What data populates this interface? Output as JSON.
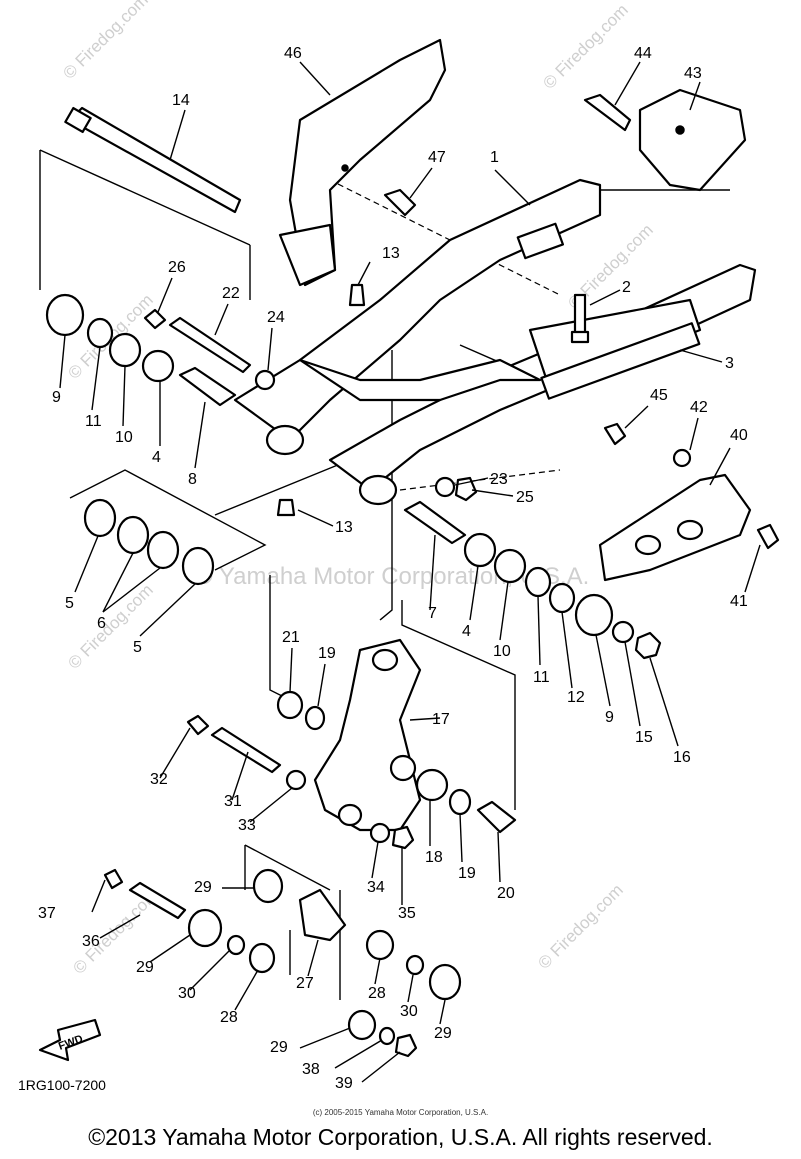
{
  "watermarks": {
    "site": "© Firedog.com",
    "owner": "© Yamaha Motor Corporation, U.S.A."
  },
  "diagram_code": "1RG100-7200",
  "fwd_label": "FWD",
  "callouts": {
    "p1": "1",
    "p2": "2",
    "p3": "3",
    "p4a": "4",
    "p4b": "4",
    "p5a": "5",
    "p5b": "5",
    "p6": "6",
    "p7": "7",
    "p8": "8",
    "p9a": "9",
    "p9b": "9",
    "p10a": "10",
    "p10b": "10",
    "p11a": "11",
    "p11b": "11",
    "p12": "12",
    "p13a": "13",
    "p13b": "13",
    "p14": "14",
    "p15": "15",
    "p16": "16",
    "p17": "17",
    "p18": "18",
    "p19a": "19",
    "p19b": "19",
    "p20": "20",
    "p21": "21",
    "p22": "22",
    "p23": "23",
    "p24": "24",
    "p25": "25",
    "p26": "26",
    "p27": "27",
    "p28a": "28",
    "p28b": "28",
    "p29a": "29",
    "p29b": "29",
    "p29c": "29",
    "p29d": "29",
    "p30a": "30",
    "p30b": "30",
    "p31": "31",
    "p32": "32",
    "p33": "33",
    "p34": "34",
    "p35": "35",
    "p36": "36",
    "p37": "37",
    "p38": "38",
    "p39": "39",
    "p40": "40",
    "p41": "41",
    "p42": "42",
    "p43": "43",
    "p44": "44",
    "p45": "45",
    "p46": "46",
    "p47": "47"
  },
  "copyright_small": "(c) 2005-2015 Yamaha Motor Corporation, U.S.A.",
  "copyright_main": "©2013 Yamaha Motor Corporation, U.S.A. All rights reserved."
}
